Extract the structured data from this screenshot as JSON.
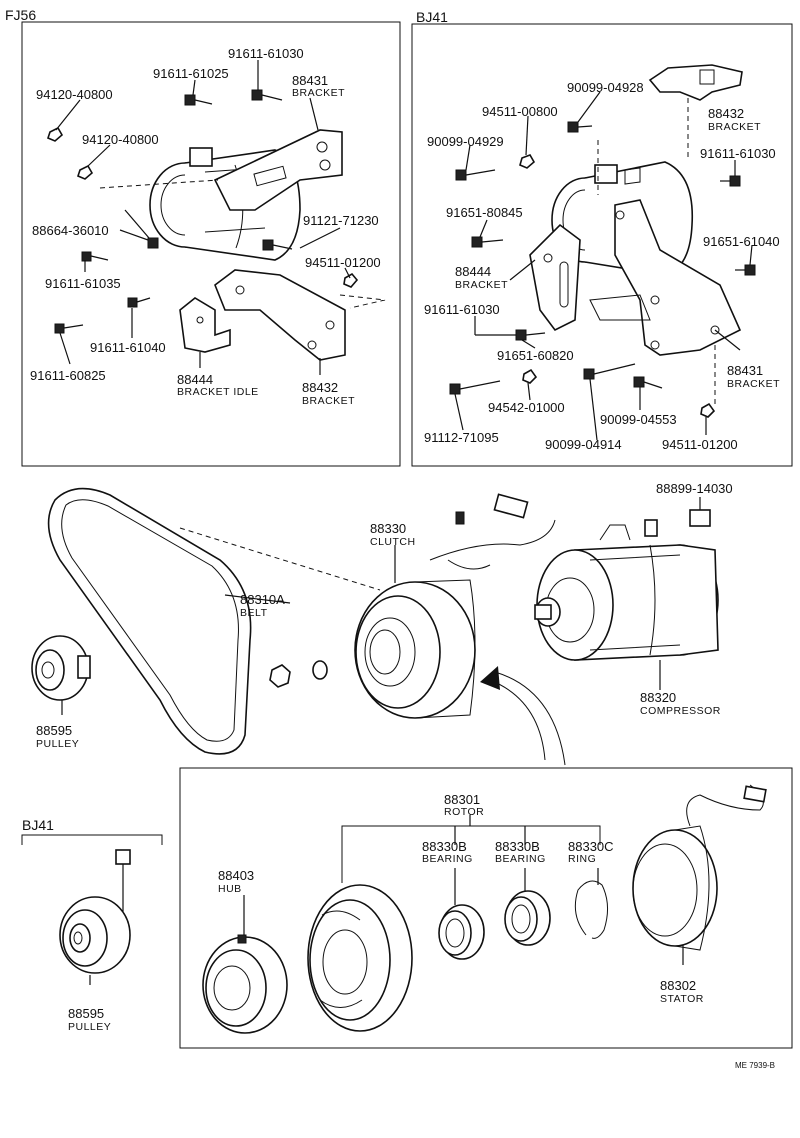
{
  "sections": {
    "fj56": "FJ56",
    "bj41_top": "BJ41",
    "bj41_pulley": "BJ41"
  },
  "fj56": {
    "p_94120_40800_a": "94120-40800",
    "p_91611_61025": "91611-61025",
    "p_91611_61030": "91611-61030",
    "p_88431": "88431",
    "p_88431_name": "BRACKET",
    "p_94120_40800_b": "94120-40800",
    "p_88664": "88664-36010",
    "p_91121": "91121-71230",
    "p_91611_61035": "91611-61035",
    "p_94511": "94511-01200",
    "p_91611_61040": "91611-61040",
    "p_91611_60825": "91611-60825",
    "p_88444": "88444",
    "p_88444_name": "BRACKET IDLE",
    "p_88432": "88432",
    "p_88432_name": "BRACKET"
  },
  "bj41": {
    "p_90099_04928": "90099-04928",
    "p_88432": "88432",
    "p_88432_name": "BRACKET",
    "p_94511_00800": "94511-00800",
    "p_90099_04929": "90099-04929",
    "p_91611_61030_a": "91611-61030",
    "p_91651_80845": "91651-80845",
    "p_91651_61040": "91651-61040",
    "p_88444": "88444",
    "p_88444_name": "BRACKET",
    "p_91611_61030_b": "91611-61030",
    "p_91651_60820": "91651-60820",
    "p_88431": "88431",
    "p_88431_name": "BRACKET",
    "p_94542": "94542-01000",
    "p_90099_04553": "90099-04553",
    "p_91112": "91112-71095",
    "p_90099_04914": "90099-04914",
    "p_94511_01200": "94511-01200"
  },
  "middle": {
    "p_88899": "88899-14030",
    "p_88330": "88330",
    "p_88330_name": "CLUTCH",
    "p_88310A": "88310A",
    "p_88310A_name": "BELT",
    "p_88595": "88595",
    "p_88595_name": "PULLEY",
    "p_88320": "88320",
    "p_88320_name": "COMPRESSOR"
  },
  "bottom": {
    "p_88301": "88301",
    "p_88301_name": "ROTOR",
    "p_88403": "88403",
    "p_88403_name": "HUB",
    "p_88330B_a": "88330B",
    "p_88330B_a_name": "BEARING",
    "p_88330B_b": "88330B",
    "p_88330B_b_name": "BEARING",
    "p_88330C": "88330C",
    "p_88330C_name": "RING",
    "p_88302": "88302",
    "p_88302_name": "STATOR",
    "p_88595": "88595",
    "p_88595_name": "PULLEY",
    "code": "ME 7939-B"
  }
}
